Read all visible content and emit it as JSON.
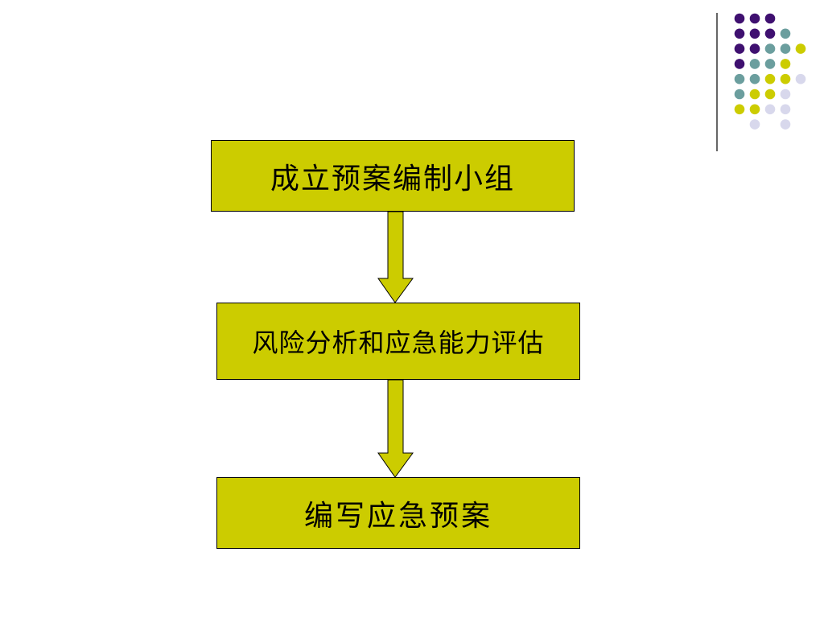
{
  "flowchart": {
    "steps": [
      {
        "label": "成立预案编制小组"
      },
      {
        "label": "风险分析和应急能力评估"
      },
      {
        "label": "编写应急预案"
      }
    ]
  },
  "colors": {
    "box_fill": "#cccc00",
    "box_border": "#000000",
    "arrow_fill": "#cccc00",
    "dot_purple": "#3f1070",
    "dot_teal": "#6b9e9e",
    "dot_yellow": "#cccc00",
    "dot_lavender": "#d8d8ec"
  },
  "decoration": {
    "type": "dot-grid",
    "icon": "dot-grid-icon"
  }
}
